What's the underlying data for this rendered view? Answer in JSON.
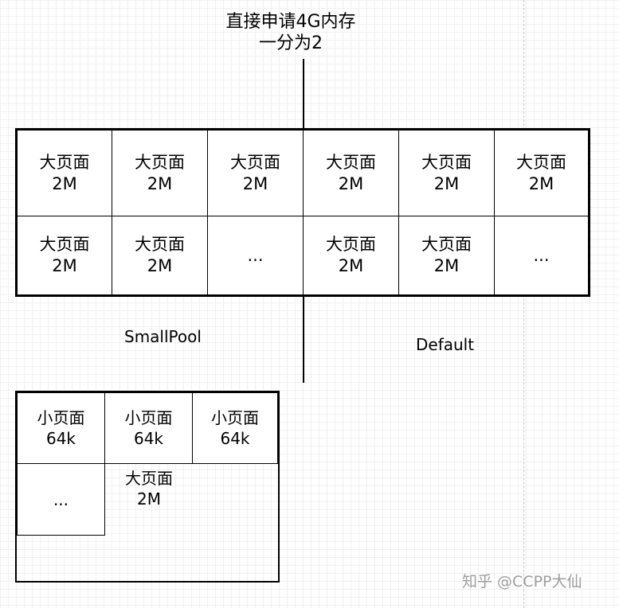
{
  "title": {
    "line1": "直接申请4G内存",
    "line2": "一分为2"
  },
  "top_grid": {
    "rows": [
      [
        {
          "name": "大页面",
          "size": "2M"
        },
        {
          "name": "大页面",
          "size": "2M"
        },
        {
          "name": "大页面",
          "size": "2M"
        },
        {
          "name": "大页面",
          "size": "2M"
        },
        {
          "name": "大页面",
          "size": "2M"
        },
        {
          "name": "大页面",
          "size": "2M"
        }
      ],
      [
        {
          "name": "大页面",
          "size": "2M"
        },
        {
          "name": "大页面",
          "size": "2M"
        },
        {
          "name": "...",
          "size": ""
        },
        {
          "name": "大页面",
          "size": "2M"
        },
        {
          "name": "大页面",
          "size": "2M"
        },
        {
          "name": "...",
          "size": ""
        }
      ]
    ]
  },
  "pools": {
    "left": "SmallPool",
    "right": "Default"
  },
  "small_pool_box": {
    "small_pages": [
      {
        "name": "小页面",
        "size": "64k"
      },
      {
        "name": "小页面",
        "size": "64k"
      },
      {
        "name": "小页面",
        "size": "64k"
      }
    ],
    "ellipsis": "...",
    "big_page": {
      "name": "大页面",
      "size": "2M"
    }
  },
  "watermark": "知乎 @CCPP大仙"
}
